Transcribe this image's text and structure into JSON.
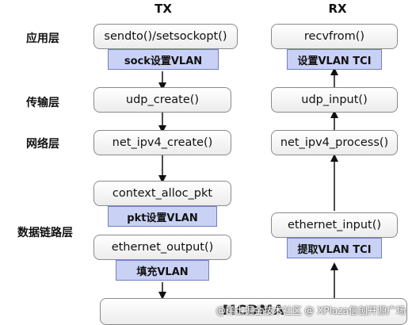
{
  "columns": {
    "tx": "TX",
    "rx": "RX"
  },
  "layers": {
    "app": "应用层",
    "transport": "传输层",
    "network": "网络层",
    "datalink": "数据链路层"
  },
  "tx": {
    "sendto": "sendto()/setsockopt()",
    "sendto_tag": "sock设置VLAN",
    "udp_create": "udp_create()",
    "net_create": "net_ipv4_create()",
    "context": "context_alloc_pkt",
    "context_tag": "pkt设置VLAN",
    "eth_output": "ethernet_output()",
    "eth_output_tag": "填充VLAN"
  },
  "rx": {
    "recvfrom": "recvfrom()",
    "recvfrom_tag": "设置VLAN TCI",
    "udp_input": "udp_input()",
    "net_process": "net_ipv4_process()",
    "eth_input": "ethernet_input()",
    "eth_input_tag": "提取VLAN TCI"
  },
  "bottom": {
    "label": "MCDMA",
    "watermark": "@稀土掘金技术社区 @ XPlaza信创开源广场"
  }
}
